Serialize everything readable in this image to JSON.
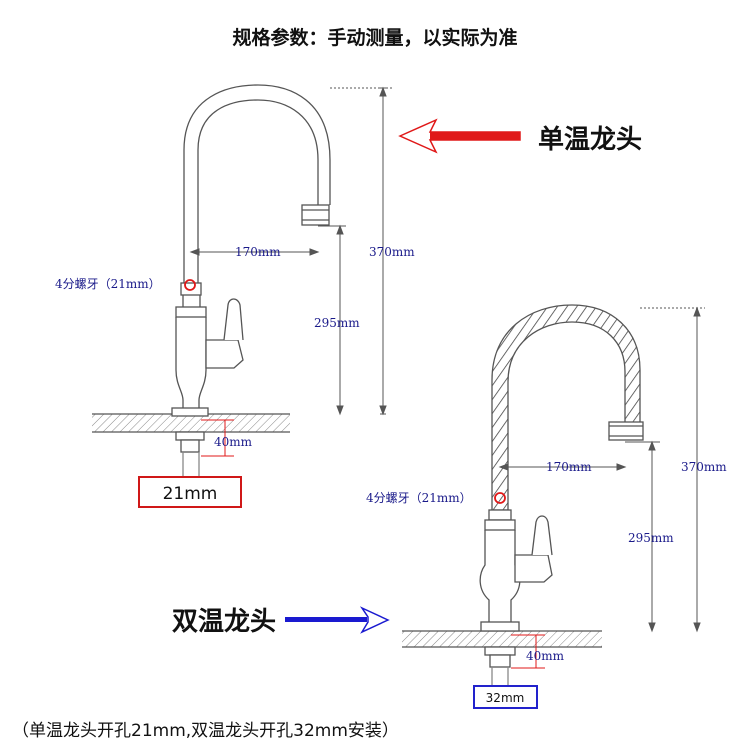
{
  "header": {
    "title": "规格参数：手动测量，以实际为准"
  },
  "faucet_single": {
    "name_label": "单温龙头",
    "dim_reach": "170mm",
    "dim_height": "370mm",
    "dim_spout": "295mm",
    "dim_shank": "40mm",
    "thread_label": "4分螺牙（21mm）",
    "hole_label": "21mm"
  },
  "faucet_double": {
    "name_label": "双温龙头",
    "dim_reach": "170mm",
    "dim_height": "370mm",
    "dim_spout": "295mm",
    "dim_shank": "40mm",
    "thread_label": "4分螺牙（21mm）",
    "hole_label": "32mm"
  },
  "footer": {
    "note": "（单温龙头开孔21mm,双温龙头开孔32mm安装）"
  },
  "colors": {
    "red": "#e01818",
    "blue": "#1a1ad0",
    "dim_text": "#1a1a8a",
    "line": "#555555"
  }
}
